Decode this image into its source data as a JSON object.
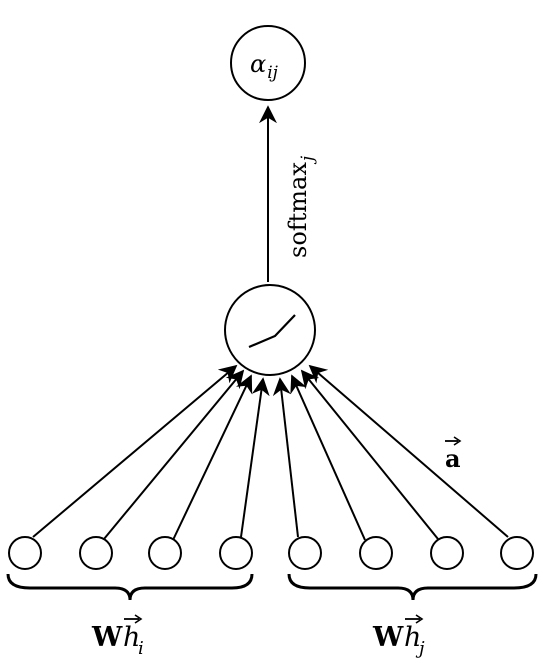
{
  "output_node": {
    "symbol": "α",
    "subscript": "ij"
  },
  "edge_label": {
    "text": "softmax",
    "subscript": "j"
  },
  "attention_vector_label": "a",
  "groups": {
    "left": {
      "bold": "W",
      "symbol": "h",
      "subscript": "i"
    },
    "right": {
      "bold": "W",
      "symbol": "h",
      "subscript": "j"
    }
  },
  "activation_icon": "leaky-relu-icon"
}
